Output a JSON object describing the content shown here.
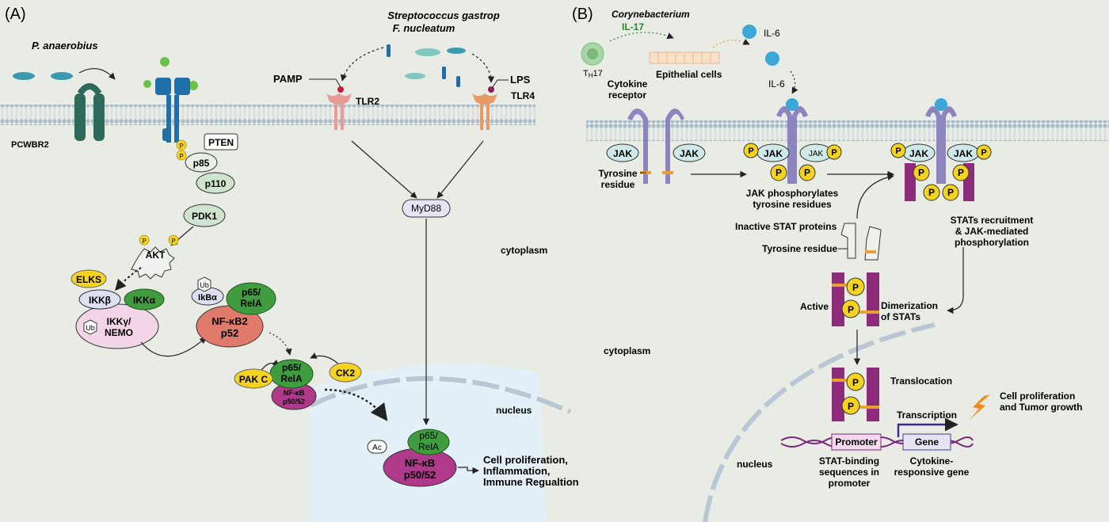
{
  "panelA": {
    "label": "(A)",
    "p_anaerobius": "P. anaerobius",
    "pcwbr2": "PCWBR2",
    "pten": "PTEN",
    "p85": "p85",
    "p110": "p110",
    "pdk1": "PDK1",
    "akt": "AKT",
    "p": "P",
    "elks": "ELKS",
    "ikkb": "IKKβ",
    "ikka": "IKKα",
    "ikkg_1": "IKKγ/",
    "ikkg_2": "NEMO",
    "ub": "Ub",
    "ikba": "IkBα",
    "p65relA_1": "p65/",
    "p65relA_2": "RelA",
    "nfkb2_1": "NF-κB2",
    "nfkb2_2": "p52",
    "pakc": "PAK C",
    "ck2": "CK2",
    "nfkb_small_1": "NF-κB",
    "nfkb_small_2": "p50/52",
    "strep": "Streptococcus gastrop",
    "fnuc": "F. nucleatum",
    "pamp": "PAMP",
    "lps": "LPS",
    "tlr2": "TLR2",
    "tlr4": "TLR4",
    "myd88": "MyD88",
    "cytoplasm": "cytoplasm",
    "nucleus": "nucleus",
    "ac": "Ac",
    "nfkb_big_1": "NF-κB",
    "nfkb_big_2": "p50/52",
    "outcome_1": "Cell proliferation,",
    "outcome_2": "Inflammation,",
    "outcome_3": "Immune Regualtion"
  },
  "panelB": {
    "label": "(B)",
    "coryne": "Corynebacterium",
    "il17": "IL-17",
    "il6": "IL-6",
    "th17_main": "T",
    "th17_sub": "H",
    "th17_num": "17",
    "epithelial": "Epithelial cells",
    "cytokine_receptor_1": "Cytokine",
    "cytokine_receptor_2": "receptor",
    "jak": "JAK",
    "p": "P",
    "tyrosine_1": "Tyrosine",
    "tyrosine_2": "residue",
    "jak_phos_1": "JAK phosphorylates",
    "jak_phos_2": "tyrosine residues",
    "stat_recruit_1": "STATs recruitment",
    "stat_recruit_2": "& JAK-mediated",
    "stat_recruit_3": "phosphorylation",
    "inactive_stat": "Inactive STAT proteins",
    "tyrosine_residue": "Tyrosine residue",
    "active": "Active",
    "dimer_1": "Dimerization",
    "dimer_2": "of STATs",
    "cytoplasm": "cytoplasm",
    "translocation": "Translocation",
    "transcription": "Transcription",
    "cellprolif_1": "Cell proliferation",
    "cellprolif_2": "and Tumor growth",
    "promoter": "Promoter",
    "gene": "Gene",
    "statbind_1": "STAT-binding",
    "statbind_2": "sequences in",
    "statbind_3": "promoter",
    "cytoresp_1": "Cytokine-",
    "cytoresp_2": "responsive gene",
    "nucleus": "nucleus"
  },
  "colors": {
    "background": "#e8ece4",
    "membrane": "#b9c7d4",
    "nucleus_fill": "#e4f0f8",
    "green": "#3f9c3f",
    "magenta": "#b03a8a",
    "yellow": "#f5d31e",
    "salmon": "#e07a6a",
    "purple_receptor": "#8d84c0",
    "stat_purple": "#8e2c7c",
    "teal": "#2d7a6a"
  }
}
